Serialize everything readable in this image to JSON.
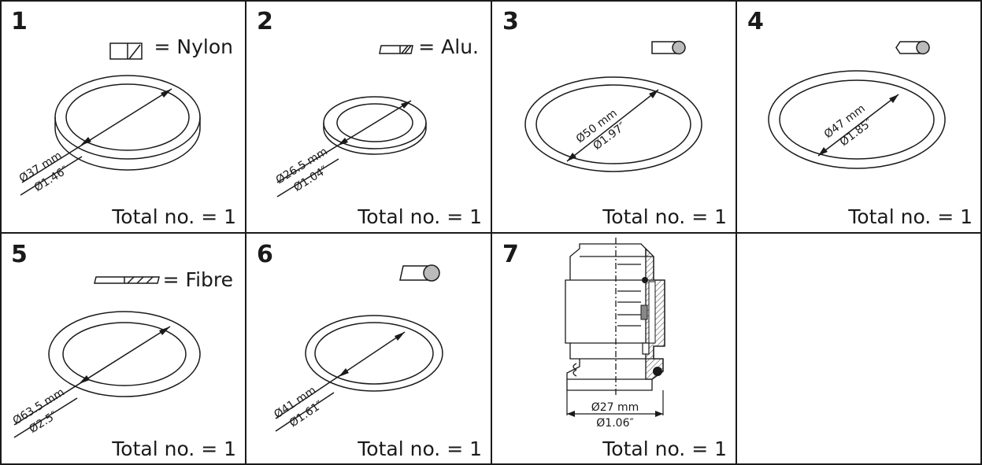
{
  "total_label": "Total no. = 1",
  "cells": [
    {
      "number": "1",
      "material": "= Nylon",
      "dim_mm": "Ø37 mm",
      "dim_in": "Ø1.46″"
    },
    {
      "number": "2",
      "material": "= Alu.",
      "dim_mm": "Ø26.5 mm",
      "dim_in": "Ø1.04″"
    },
    {
      "number": "3",
      "material": "",
      "dim_mm": "Ø50 mm",
      "dim_in": "Ø1.97″"
    },
    {
      "number": "4",
      "material": "",
      "dim_mm": "Ø47 mm",
      "dim_in": "Ø1.85″"
    },
    {
      "number": "5",
      "material": "= Fibre",
      "dim_mm": "Ø63.5 mm",
      "dim_in": "Ø2.5″"
    },
    {
      "number": "6",
      "material": "",
      "dim_mm": "Ø41 mm",
      "dim_in": "Ø1.61″"
    },
    {
      "number": "7",
      "material": "",
      "dim_mm": "Ø27 mm",
      "dim_in": "Ø1.06″"
    },
    {
      "number": "",
      "material": "",
      "dim_mm": "",
      "dim_in": ""
    }
  ],
  "colors": {
    "line": "#1a1a1a",
    "hatch": "#555555",
    "background": "#ffffff"
  }
}
